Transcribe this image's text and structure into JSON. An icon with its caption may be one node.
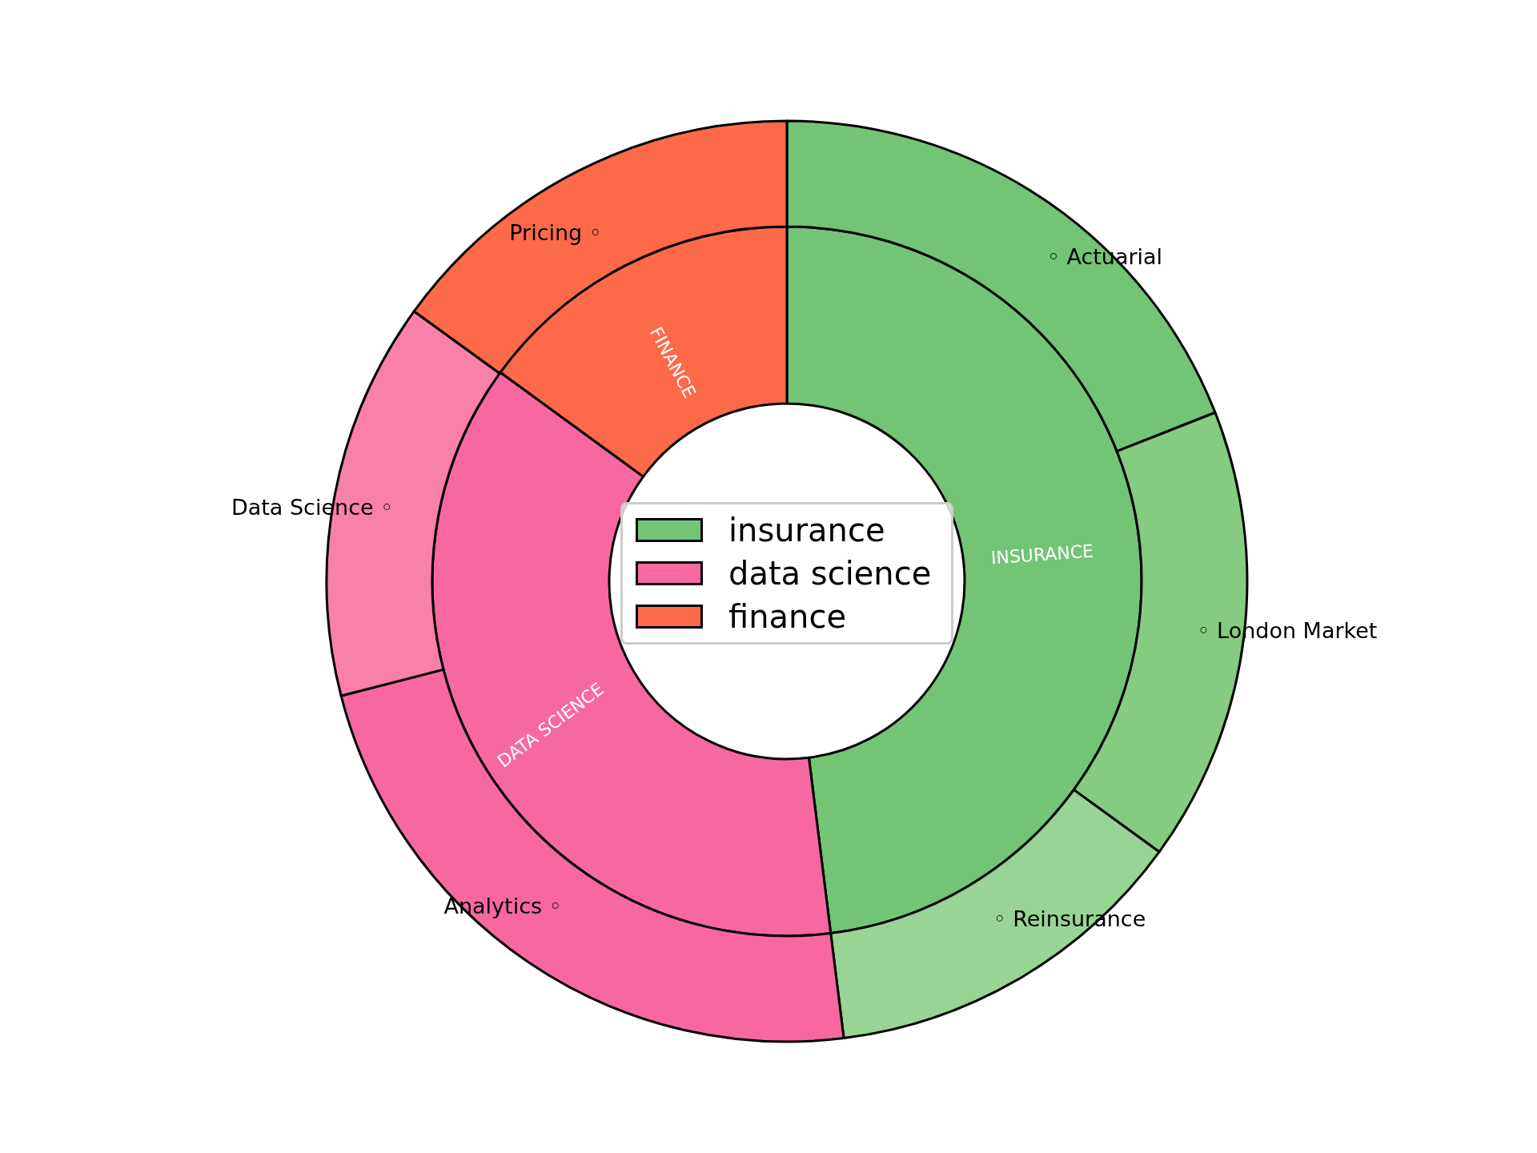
{
  "diagram": {
    "nodes": [
      {
        "text": [
          "INSURANCE"
        ]
      },
      {
        "text": [
          "DATA SCIENCE"
        ]
      },
      {
        "text": [
          "FINANCE"
        ]
      },
      {
        "text": [
          "◦ Actuarial"
        ]
      },
      {
        "text": [
          "◦ London Market"
        ]
      },
      {
        "text": [
          "◦ Reinsurance"
        ]
      },
      {
        "text": [
          "Analytics ◦"
        ]
      },
      {
        "text": [
          "Data Science ◦"
        ]
      },
      {
        "text": [
          "Pricing ◦"
        ]
      }
    ],
    "legend": [
      {
        "text": "insurance",
        "color": "#74c476"
      },
      {
        "text": "data science",
        "color": "#f768a1"
      },
      {
        "text": "finance",
        "color": "#fc6a4a"
      }
    ]
  }
}
